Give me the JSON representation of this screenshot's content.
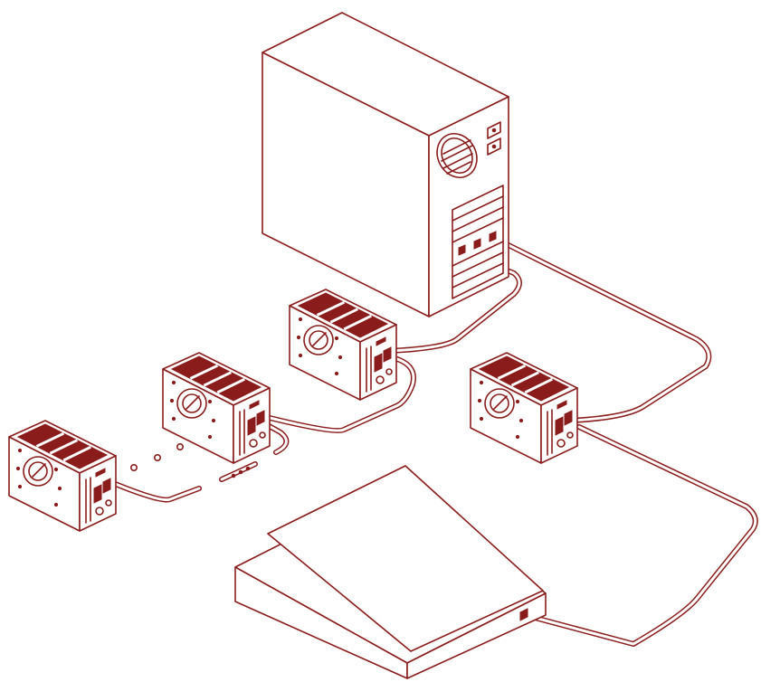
{
  "colors": {
    "ink": "#8b1c1c",
    "background": "#ffffff"
  },
  "figure": {
    "components": [
      {
        "kind": "desktop-tower-computer",
        "count": 1
      },
      {
        "kind": "chassis-module",
        "count": 4
      },
      {
        "kind": "flat-external-device-with-open-lid",
        "count": 1
      }
    ],
    "icons": [
      "computer-tower-icon",
      "chassis-module-icon",
      "cable-icon",
      "continuation-dots-icon",
      "external-device-icon"
    ]
  }
}
